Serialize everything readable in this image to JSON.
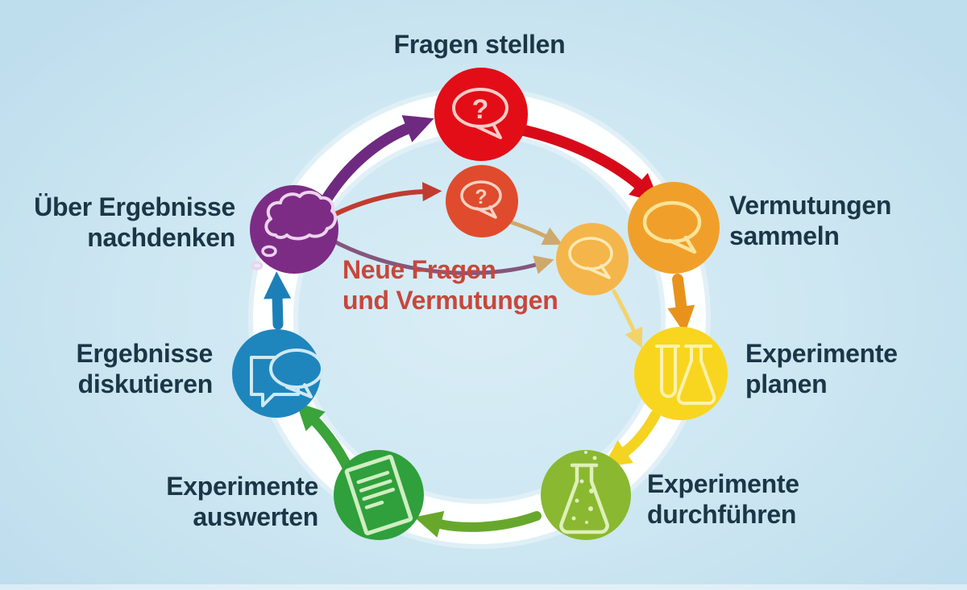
{
  "diagram": {
    "kind": "cycle-diagram",
    "language": "de",
    "background_color": "#cde7f2",
    "ring_color": "#ffffff",
    "label_color": "#1b3647"
  },
  "center_label": {
    "text": "Neue Fragen\nund Vermutungen",
    "color": "#c5483c"
  },
  "nodes": [
    {
      "id": "fragen-stellen",
      "label": "Fragen stellen",
      "color": "#e30d17",
      "icon": "question-speech-bubble-icon"
    },
    {
      "id": "vermutungen-sammeln",
      "label": "Vermutungen\nsammeln",
      "color": "#f0a02a",
      "icon": "speech-bubble-icon"
    },
    {
      "id": "experimente-planen",
      "label": "Experimente\nplanen",
      "color": "#f8d620",
      "icon": "test-tube-and-flask-icon"
    },
    {
      "id": "experimente-durchfuehren",
      "label": "Experimente\ndurchführen",
      "color": "#8ab831",
      "icon": "flask-with-bubbles-icon"
    },
    {
      "id": "experimente-auswerten",
      "label": "Experimente\nauswerten",
      "color": "#2fa03c",
      "icon": "document-icon"
    },
    {
      "id": "ergebnisse-diskutieren",
      "label": "Ergebnisse\ndiskutieren",
      "color": "#1f86bd",
      "icon": "discussion-bubbles-icon"
    },
    {
      "id": "ueber-ergebnisse-nachdenken",
      "label": "Über Ergebnisse\nnachdenken",
      "color": "#7c2c85",
      "icon": "thought-cloud-icon"
    }
  ],
  "mini_nodes": [
    {
      "id": "neue-frage",
      "color": "#e04b2d",
      "icon": "question-speech-bubble-icon"
    },
    {
      "id": "neue-vermutung",
      "color": "#f4b64a",
      "icon": "speech-bubble-icon"
    }
  ],
  "arrows": [
    {
      "from": "ueber-ergebnisse-nachdenken",
      "to": "fragen-stellen",
      "color": "#6e2a80"
    },
    {
      "from": "fragen-stellen",
      "to": "vermutungen-sammeln",
      "color": "#d70a1a"
    },
    {
      "from": "vermutungen-sammeln",
      "to": "experimente-planen",
      "color": "#e8921c"
    },
    {
      "from": "experimente-planen",
      "to": "experimente-durchfuehren",
      "color": "#f5d321"
    },
    {
      "from": "experimente-durchfuehren",
      "to": "experimente-auswerten",
      "color": "#67a82c"
    },
    {
      "from": "experimente-auswerten",
      "to": "ergebnisse-diskutieren",
      "color": "#3aa339"
    },
    {
      "from": "ergebnisse-diskutieren",
      "to": "ueber-ergebnisse-nachdenken",
      "color": "#1d7fb8"
    },
    {
      "from": "ueber-ergebnisse-nachdenken",
      "to": "neue-frage",
      "color": "#c23b30"
    },
    {
      "from": "ueber-ergebnisse-nachdenken",
      "to": "neue-vermutung",
      "color": "#85567d"
    },
    {
      "from": "neue-frage",
      "to": "neue-vermutung",
      "color": "#cfa96b"
    },
    {
      "from": "neue-vermutung",
      "to": "experimente-planen",
      "color": "#f2d36b"
    }
  ]
}
